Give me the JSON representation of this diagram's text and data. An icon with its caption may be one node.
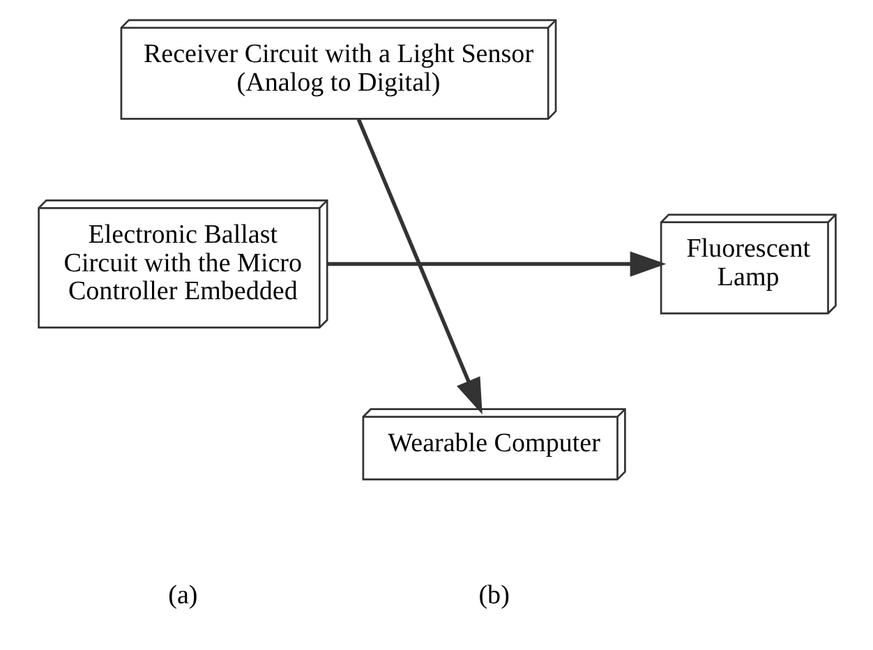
{
  "diagram": {
    "nodes": [
      {
        "text": [
          "Electronic Ballast Circuit with the Micro Controller Embedded"
        ]
      },
      {
        "text": [
          "Fluorescent Lamp"
        ]
      },
      {
        "text": [
          "Receiver Circuit with a Light Sensor (Analog to Digital)"
        ]
      },
      {
        "text": [
          "Wearable Computer"
        ]
      }
    ],
    "edges": [
      {
        "from": 0,
        "to": 1,
        "arrow": "to"
      },
      {
        "from": 2,
        "to": 3,
        "arrow": "to"
      }
    ],
    "labels": [
      "(a)",
      "(b)"
    ]
  }
}
